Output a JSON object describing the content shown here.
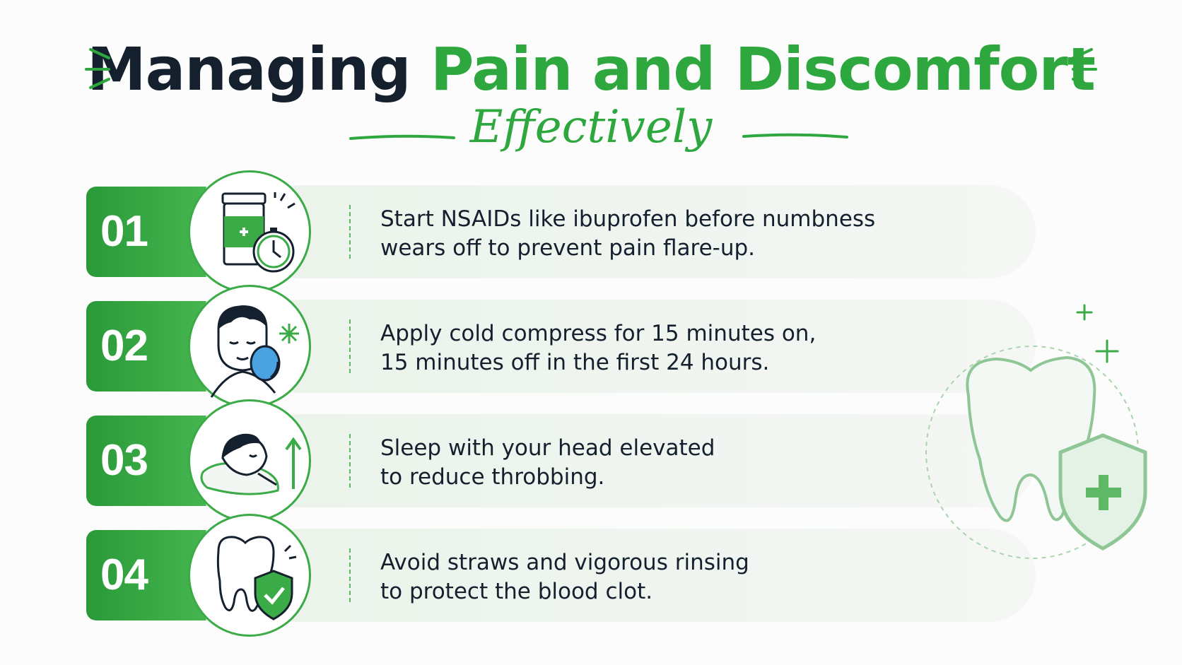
{
  "header": {
    "title_dark": "Managing",
    "title_green": "Pain and Discomfort",
    "subtitle": "Effectively"
  },
  "colors": {
    "accent_green": "#2ea83e",
    "dark_text": "#15202e",
    "pill_bg": "#eef4ee"
  },
  "steps": [
    {
      "number": "01",
      "icon": "medicine-bottle-with-clock-icon",
      "line1": "Start NSAIDs like ibuprofen before numbness",
      "line2": "wears off to prevent pain flare-up."
    },
    {
      "number": "02",
      "icon": "cold-compress-face-icon",
      "line1": "Apply cold compress for 15 minutes on,",
      "line2": "15 minutes off in the first 24 hours."
    },
    {
      "number": "03",
      "icon": "sleeping-head-elevated-icon",
      "line1": "Sleep with your head elevated",
      "line2": "to reduce throbbing."
    },
    {
      "number": "04",
      "icon": "tooth-with-shield-icon",
      "line1": "Avoid straws and vigorous rinsing",
      "line2": "to protect the blood clot."
    }
  ],
  "decoration": {
    "icon": "tooth-shield-plus-icon"
  }
}
